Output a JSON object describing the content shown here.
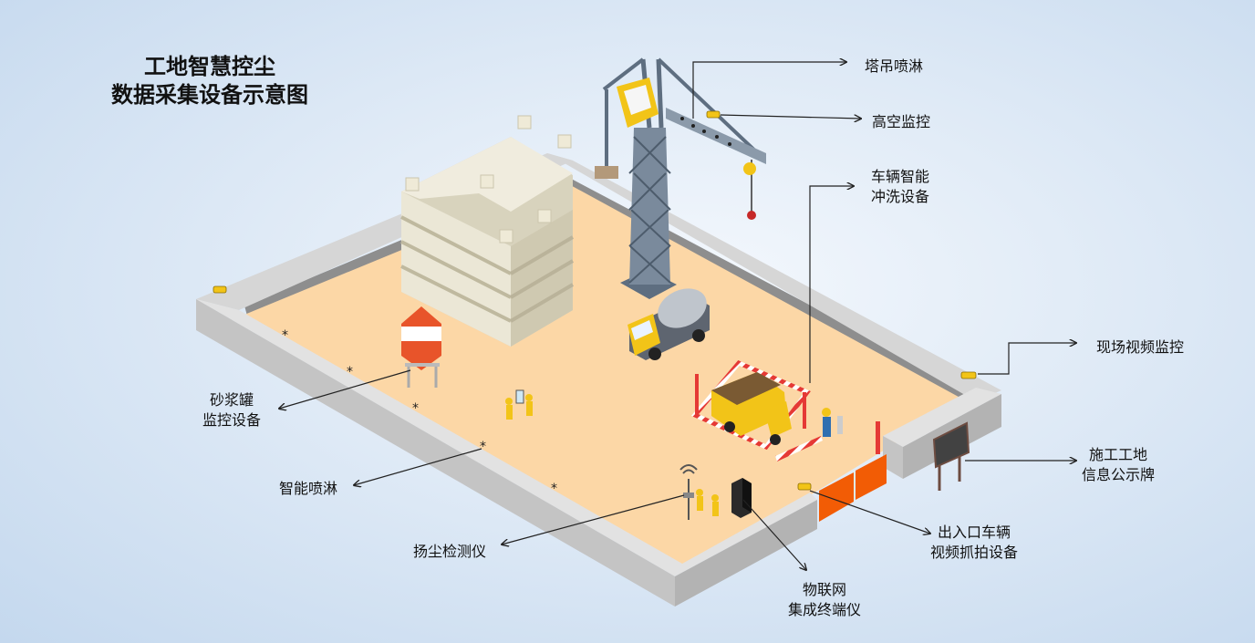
{
  "title": {
    "line1": "工地智慧控尘",
    "line2": "数据采集设备示意图"
  },
  "labels": {
    "tower_spray": "塔吊喷淋",
    "high_monitor": "高空监控",
    "vehicle_wash": {
      "line1": "车辆智能",
      "line2": "冲洗设备"
    },
    "site_video": "现场视频监控",
    "mortar_tank": {
      "line1": "砂浆罐",
      "line2": "监控设备"
    },
    "smart_spray": "智能喷淋",
    "info_board": {
      "line1": "施工工地",
      "line2": "信息公示牌"
    },
    "dust_detector": "扬尘检测仪",
    "entrance_capture": {
      "line1": "出入口车辆",
      "line2": "视频抓拍设备"
    },
    "iot_terminal": {
      "line1": "物联网",
      "line2": "集成终端仪"
    }
  },
  "colors": {
    "ground": "#fcd7a6",
    "wall_top": "#d6d6d6",
    "wall_side": "#bdbdbd",
    "wall_inner": "#8e8e8e",
    "crane": "#5e6e80",
    "building": "#e4e0cf",
    "accent_yellow": "#f2c418",
    "gate_orange": "#f25c05",
    "tank_orange": "#e8542a"
  }
}
